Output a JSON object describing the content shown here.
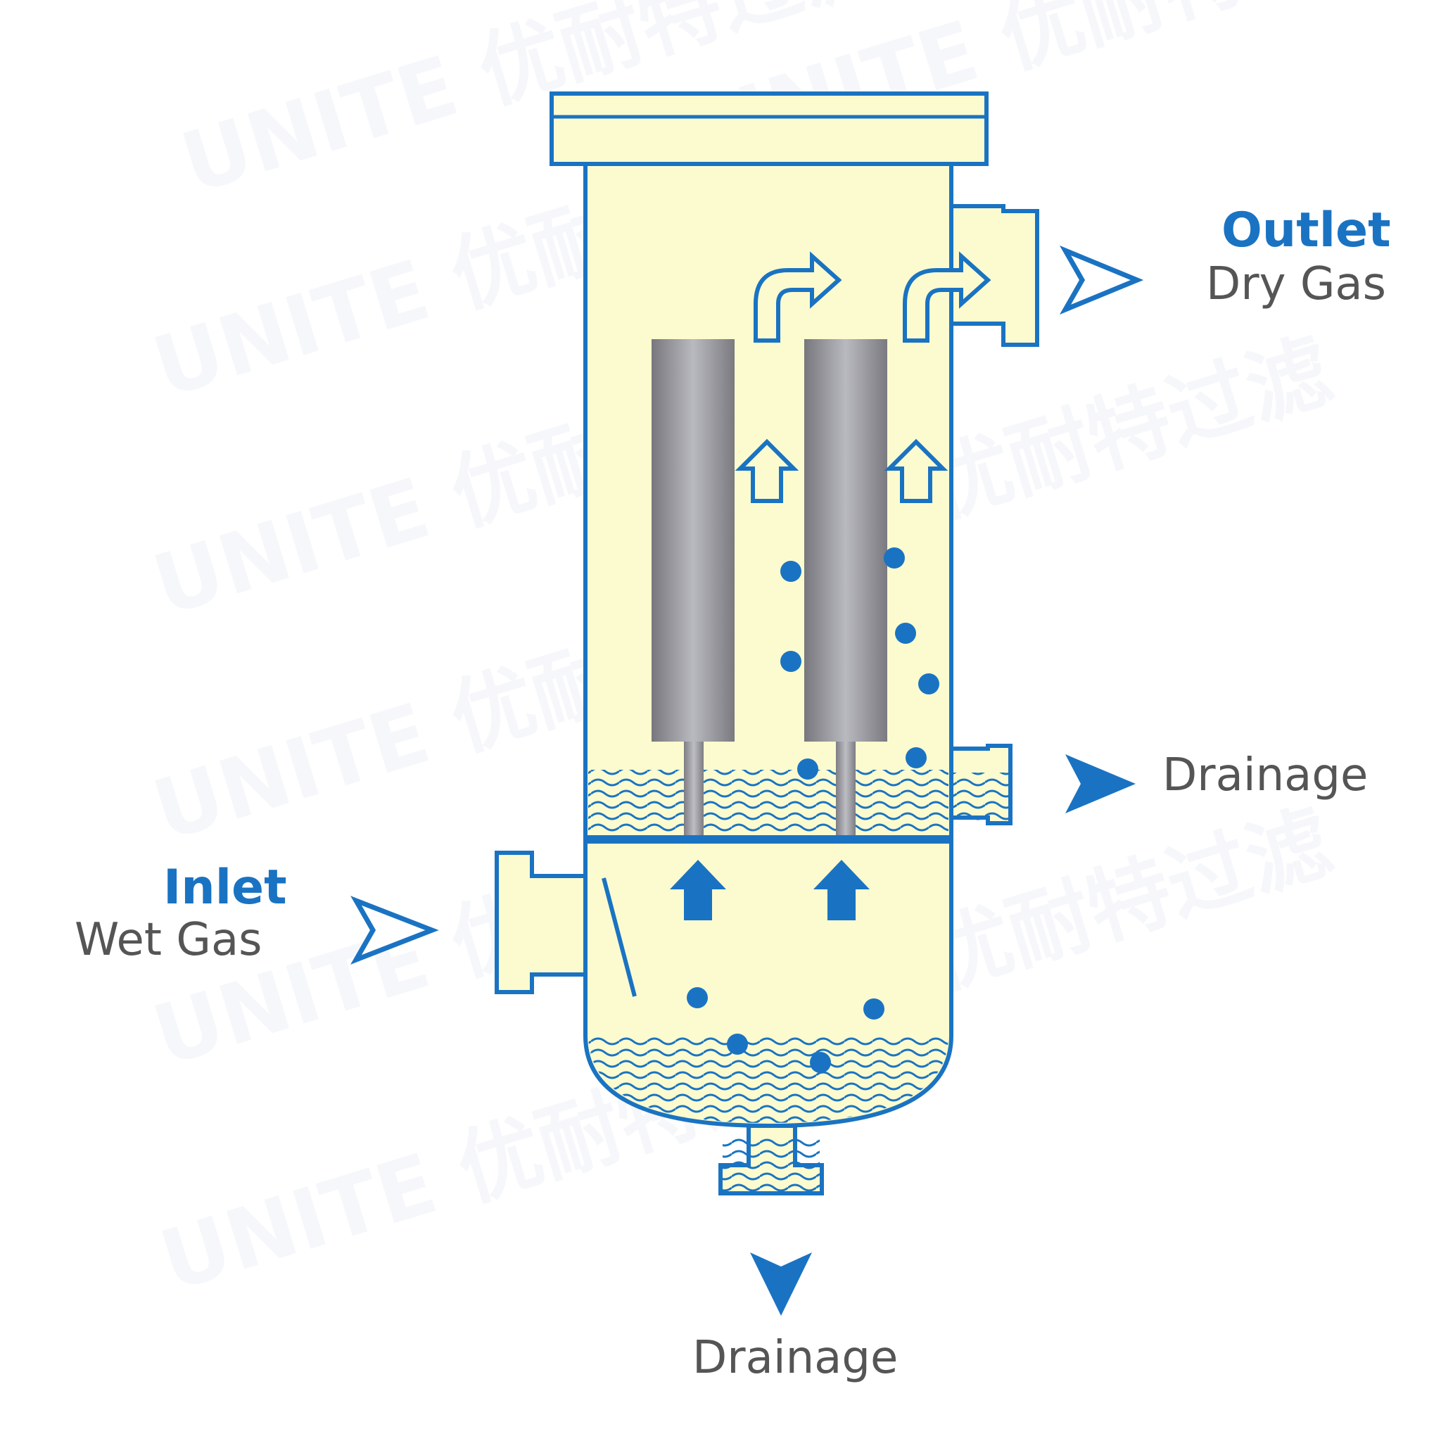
{
  "labels": {
    "outlet_title": "Outlet",
    "outlet_sub": "Dry Gas",
    "inlet_title": "Inlet",
    "inlet_sub": "Wet Gas",
    "drain_side": "Drainage",
    "drain_bottom": "Drainage"
  },
  "watermark": {
    "brand": "UNITE",
    "cn": "优耐特过滤"
  },
  "colors": {
    "accent": "#1a73c2",
    "fill": "#fbfbcf",
    "text": "#555555",
    "element": "#8e8e93",
    "watermark": "#eceef6"
  },
  "icons": [
    "outlet-arrow-icon",
    "inlet-arrow-icon",
    "drain-arrow-icon",
    "up-arrow-icon",
    "turn-arrow-icon"
  ]
}
